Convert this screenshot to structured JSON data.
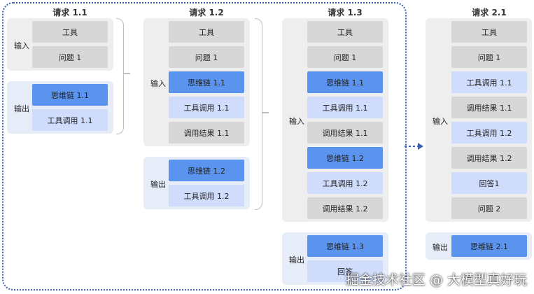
{
  "columns": [
    {
      "title": "请求 1.1",
      "input_label": "输入",
      "output_label": "输出",
      "input_items": [
        {
          "text": "工具",
          "style": "gray"
        },
        {
          "text": "问题 1",
          "style": "gray"
        }
      ],
      "output_items": [
        {
          "text": "思维链 1.1",
          "style": "blue"
        },
        {
          "text": "工具调用 1.1",
          "style": "light"
        }
      ]
    },
    {
      "title": "请求 1.2",
      "input_label": "输入",
      "output_label": "输出",
      "input_items": [
        {
          "text": "工具",
          "style": "gray"
        },
        {
          "text": "问题 1",
          "style": "gray"
        },
        {
          "text": "思维链 1.1",
          "style": "blue"
        },
        {
          "text": "工具调用 1.1",
          "style": "light"
        },
        {
          "text": "调用结果 1.1",
          "style": "gray"
        }
      ],
      "output_items": [
        {
          "text": "思维链 1.2",
          "style": "blue"
        },
        {
          "text": "工具调用 1.2",
          "style": "light"
        }
      ]
    },
    {
      "title": "请求 1.3",
      "input_label": "输入",
      "output_label": "输出",
      "input_items": [
        {
          "text": "工具",
          "style": "gray"
        },
        {
          "text": "问题 1",
          "style": "gray"
        },
        {
          "text": "思维链 1.1",
          "style": "blue"
        },
        {
          "text": "工具调用 1.1",
          "style": "light"
        },
        {
          "text": "调用结果 1.1",
          "style": "gray"
        },
        {
          "text": "思维链 1.2",
          "style": "blue"
        },
        {
          "text": "工具调用 1.2",
          "style": "light"
        },
        {
          "text": "调用结果 1.2",
          "style": "gray"
        }
      ],
      "output_items": [
        {
          "text": "思维链 1.3",
          "style": "blue"
        },
        {
          "text": "回答",
          "style": "light"
        }
      ]
    },
    {
      "title": "请求 2.1",
      "input_label": "输入",
      "output_label": "输出",
      "input_items": [
        {
          "text": "工具",
          "style": "gray"
        },
        {
          "text": "问题 1",
          "style": "gray"
        },
        {
          "text": "工具调用 1.1",
          "style": "light"
        },
        {
          "text": "调用结果 1.1",
          "style": "gray"
        },
        {
          "text": "工具调用 1.2",
          "style": "light"
        },
        {
          "text": "调用结果 1.2",
          "style": "gray"
        },
        {
          "text": "回答1",
          "style": "light"
        },
        {
          "text": "问题 2",
          "style": "gray"
        }
      ],
      "output_items": [
        {
          "text": "思维链 2.1",
          "style": "blue"
        }
      ]
    }
  ],
  "watermark": "掘金技术社区 @ 大模型真好玩",
  "colors": {
    "gray_box": "#d7d7d7",
    "light_box": "#cfdcfb",
    "blue_box": "#5b94ef",
    "input_panel": "#eeeeee",
    "output_panel": "#e6ecf8",
    "dotted_frame": "#3a5fb8"
  }
}
